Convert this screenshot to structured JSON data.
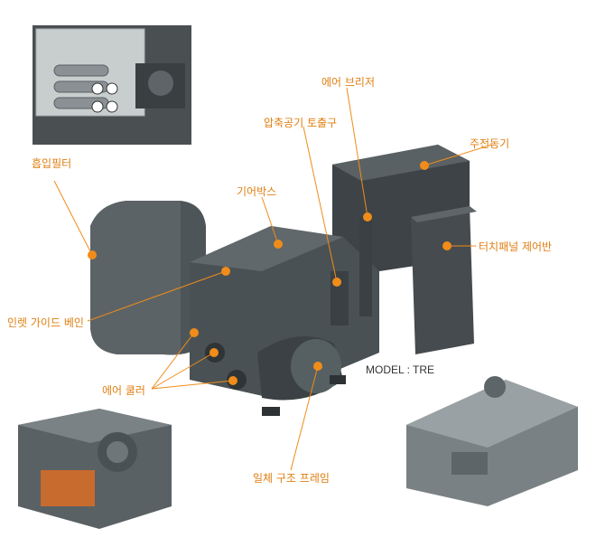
{
  "labels": {
    "air_breather": "에어 브리저",
    "main_motor": "주전동기",
    "discharge": "압축공기 토출구",
    "intake_filter": "흡입필터",
    "gearbox": "기어박스",
    "touch_panel": "터치패널 제어반",
    "inlet_guide_vane": "인렛 가이드 베인",
    "air_cooler": "에어 쿨러",
    "frame": "일체 구조 프레임"
  },
  "model": "MODEL : TRE",
  "colors": {
    "accent": "#f08c1a",
    "machine": "#4a5154",
    "machine_dark": "#2f3436",
    "machine_light": "#6b7376"
  }
}
